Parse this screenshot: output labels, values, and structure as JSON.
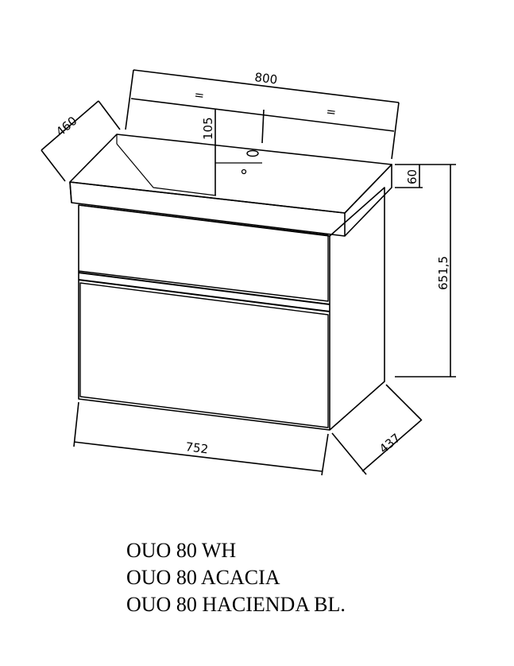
{
  "dimensions": {
    "overall_width": "800",
    "depth_top": "460",
    "centered_left": "=",
    "centered_right": "=",
    "tap_hole_offset": "105",
    "top_thickness": "60",
    "height": "651,5",
    "cabinet_width": "752",
    "cabinet_depth": "437"
  },
  "models": [
    "OUO 80 WH",
    "OUO 80 ACACIA",
    "OUO 80 HACIENDA BL."
  ]
}
